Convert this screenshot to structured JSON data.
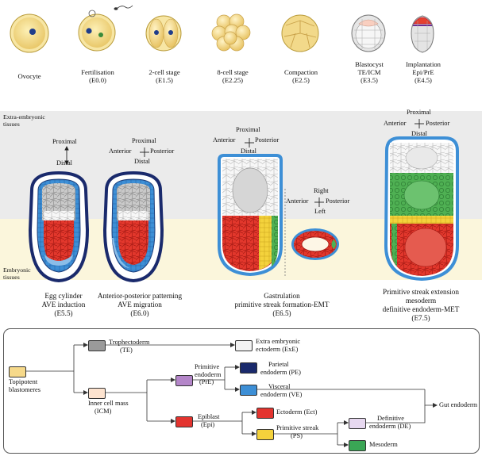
{
  "top_stages": [
    {
      "name": "Ovocyte",
      "time": ""
    },
    {
      "name": "Fertilisation",
      "time": "(E0.0)"
    },
    {
      "name": "2-cell stage",
      "time": "(E1.5)"
    },
    {
      "name": "8-cell stage",
      "time": "(E2.25)"
    },
    {
      "name": "Compaction",
      "time": "(E2.5)"
    },
    {
      "name": "Blastocyst",
      "name2": "TE/ICM",
      "time": "(E3.5)"
    },
    {
      "name": "Implantation",
      "name2": "Epi/PrE",
      "time": "(E4.5)"
    }
  ],
  "band_labels": {
    "extra_embryonic": "Extra-embryonic",
    "extra_embryonic2": "tissues",
    "embryonic": "Embryonic",
    "embryonic2": "tissues"
  },
  "axes": {
    "proximal": "Proximal",
    "distal": "Distal",
    "anterior": "Anterior",
    "posterior": "Posterior",
    "right": "Right",
    "left": "Left"
  },
  "mid_stages": [
    {
      "line1": "Egg cylinder",
      "line2": "AVE induction",
      "time": "(E5.5)"
    },
    {
      "line1": "Anterior-posterior patterning",
      "line2": "AVE migration",
      "time": "(E6.0)"
    },
    {
      "line1": "Gastrulation",
      "line2": "primitive streak formation-EMT",
      "time": "(E6.5)"
    },
    {
      "line1": "Primitive streak extension",
      "line2": "mesoderm",
      "line3": "definitive endoderm-MET",
      "time": "(E7.5)"
    }
  ],
  "legend": {
    "totipotent": {
      "l1": "Topipotent",
      "l2": "blastomeres"
    },
    "te": {
      "l1": "Trophectoderm",
      "l2": "(TE)"
    },
    "exe": {
      "l1": "Extra embryonic",
      "l2": "ectoderm (ExE)"
    },
    "icm": {
      "l1": "Inner cell mass",
      "l2": "(ICM)"
    },
    "pre": {
      "l1": "Primitive",
      "l2": "endoderm",
      "l3": "(PrE)"
    },
    "pe": {
      "l1": "Parietal",
      "l2": "endoderm (PE)"
    },
    "ve": {
      "l1": "Visceral",
      "l2": "endoderm (VE)"
    },
    "gut": "Gut endoderm",
    "epi": {
      "l1": "Epiblast",
      "l2": "(Epi)"
    },
    "ect": "Ectoderm (Ect)",
    "ps": {
      "l1": "Primitive streak",
      "l2": "(PS)"
    },
    "de": {
      "l1": "Definitive",
      "l2": "endoderm (DE)"
    },
    "meso": "Mesoderm"
  },
  "colors": {
    "totipotent": "#f6d98a",
    "te": "#9a9a9a",
    "exe": "#f2f2f2",
    "icm": "#fde3cf",
    "pre": "#b486c9",
    "pe": "#1a2a6c",
    "ve": "#3d8fd6",
    "epi": "#e3342f",
    "ect": "#e3342f",
    "ps": "#f4d23c",
    "de": "#e7d8f0",
    "meso": "#3aa655",
    "extra_band": "#ebebeb",
    "embryonic_band": "#fbf6dc"
  }
}
